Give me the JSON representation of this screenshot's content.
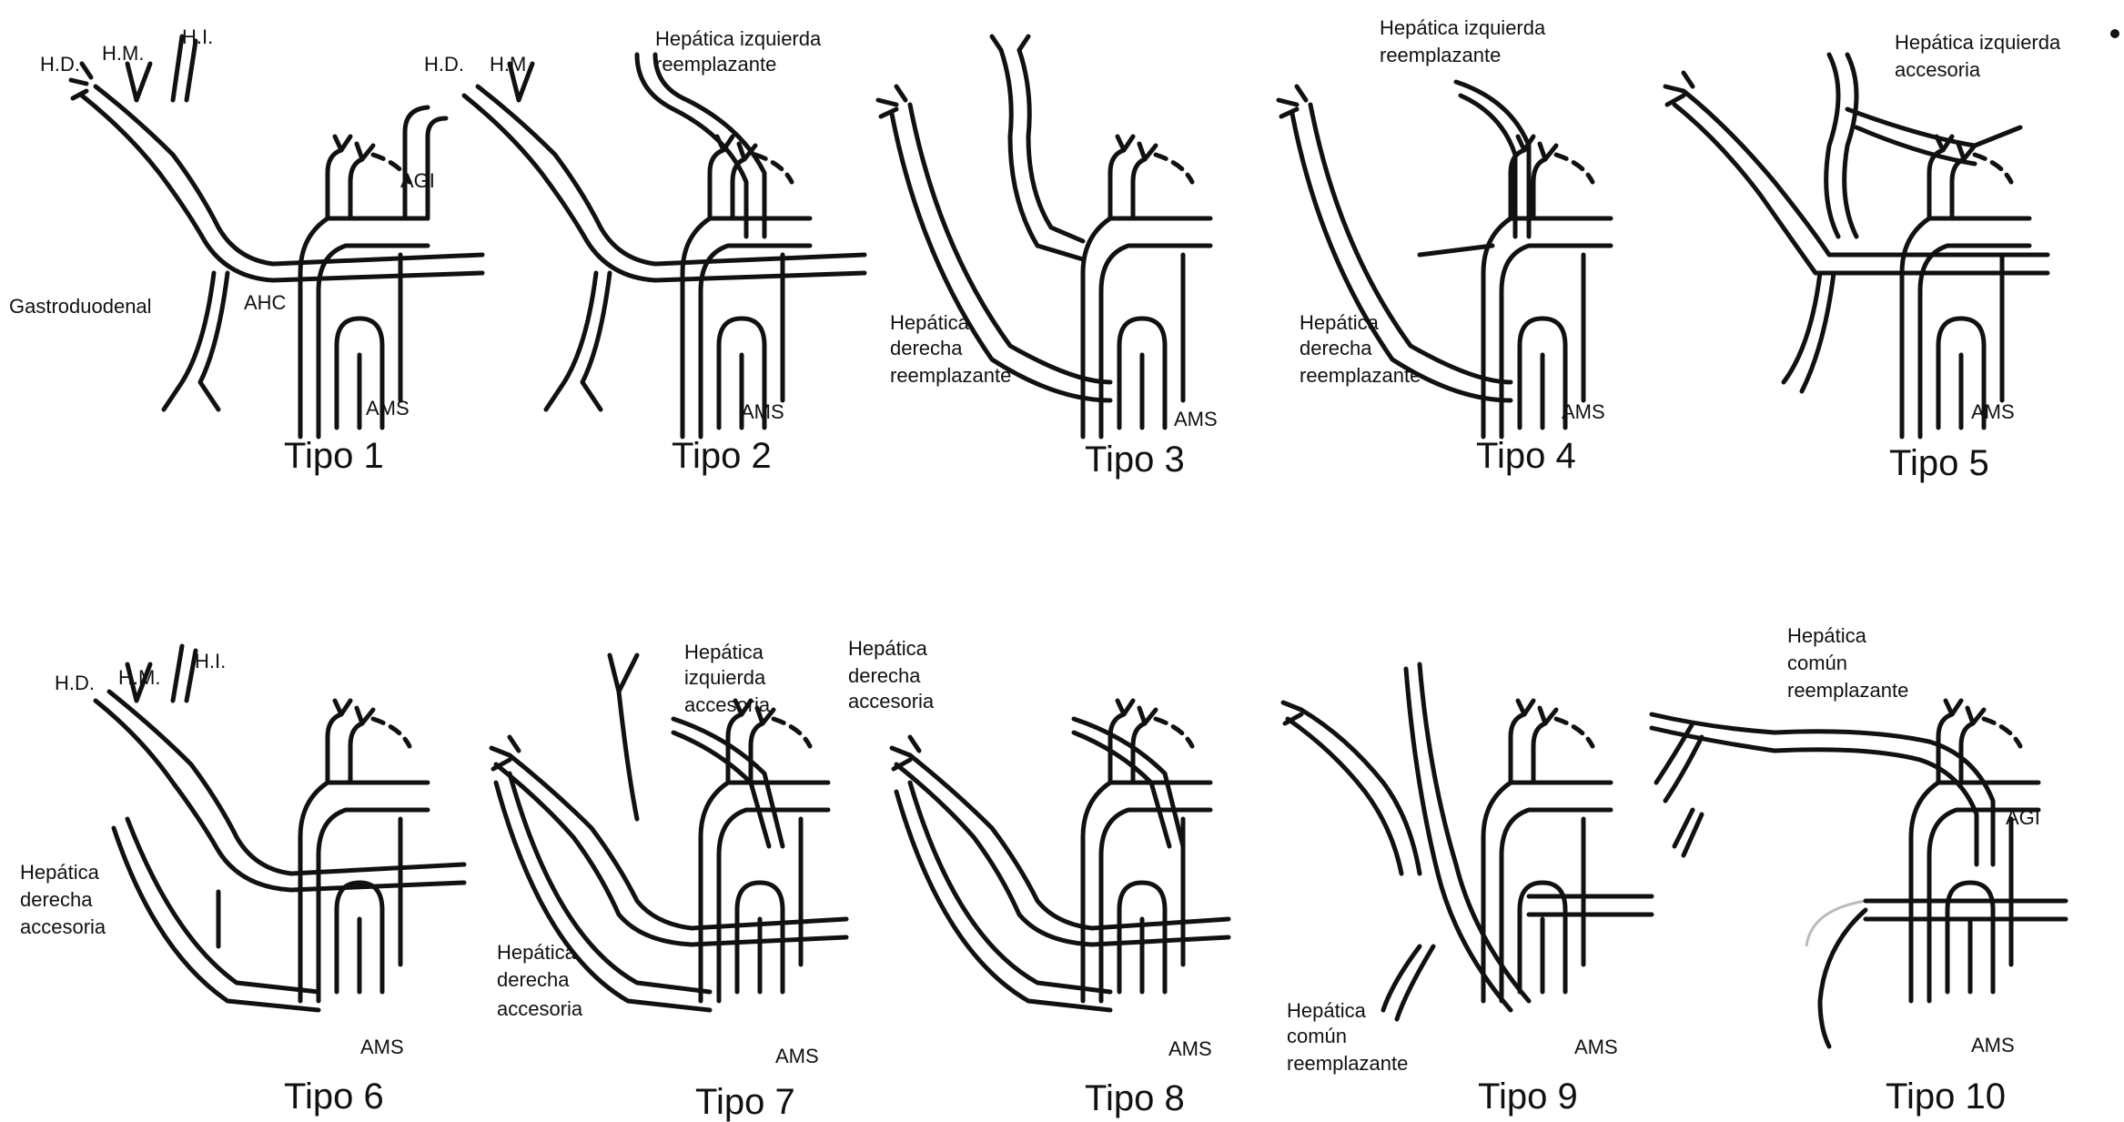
{
  "figure": {
    "panels": [
      {
        "title": "Tipo 1",
        "labels": [
          "H.D.",
          "H.M.",
          "H.I.",
          "AGI",
          "Gastroduodenal",
          "AHC",
          "AMS"
        ]
      },
      {
        "title": "Tipo 2",
        "labels": [
          "H.D.",
          "H.M.",
          "Hepática izquierda",
          "reemplazante",
          "AMS"
        ]
      },
      {
        "title": "Tipo 3",
        "labels": [
          "Hepática",
          "derecha",
          "reemplazante",
          "AMS"
        ]
      },
      {
        "title": "Tipo 4",
        "labels": [
          "Hepática izquierda",
          "reemplazante",
          "Hepática",
          "derecha",
          "reemplazante",
          "AMS"
        ]
      },
      {
        "title": "Tipo 5",
        "labels": [
          "Hepática izquierda",
          "accesoria",
          "AMS"
        ]
      },
      {
        "title": "Tipo 6",
        "labels": [
          "H.D.",
          "H.M.",
          "H.I.",
          "Hepática",
          "derecha",
          "accesoria",
          "AMS"
        ]
      },
      {
        "title": "Tipo 7",
        "labels": [
          "Hepática",
          "izquierda",
          "accesoria",
          "Hepática",
          "derecha",
          "accesoria",
          "AMS"
        ]
      },
      {
        "title": "Tipo 8",
        "labels": [
          "Hepática",
          "derecha",
          "accesoria",
          "AMS"
        ]
      },
      {
        "title": "Tipo 9",
        "labels": [
          "Hepática",
          "común",
          "reemplazante",
          "AMS"
        ]
      },
      {
        "title": "Tipo 10",
        "labels": [
          "Hepática",
          "común",
          "reemplazante",
          "AGI",
          "AMS"
        ]
      }
    ]
  }
}
